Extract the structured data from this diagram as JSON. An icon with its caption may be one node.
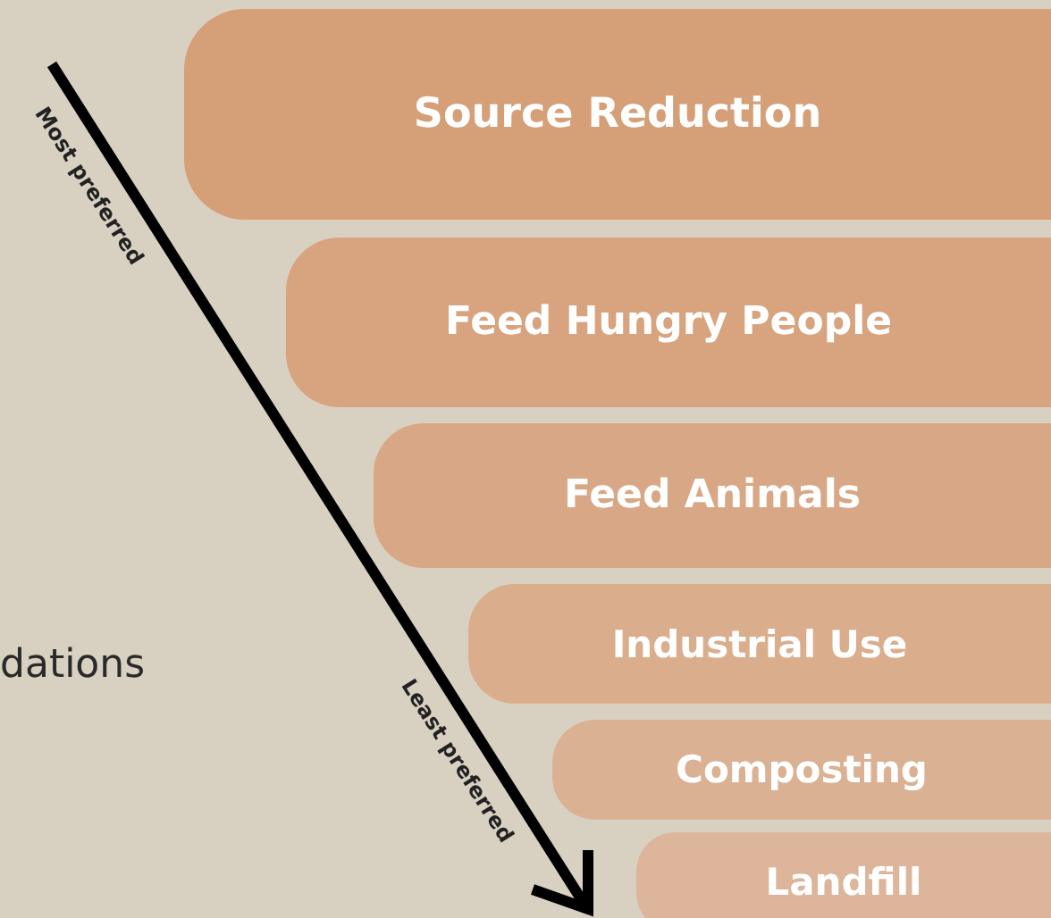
{
  "diagram": {
    "nodes": [
      {
        "text": [
          "Source Reduction"
        ]
      },
      {
        "text": [
          "Feed Hungry People"
        ]
      },
      {
        "text": [
          "Feed Animals"
        ]
      },
      {
        "text": [
          "Industrial Use"
        ]
      },
      {
        "text": [
          "Composting"
        ]
      },
      {
        "text": [
          "Landfill"
        ]
      }
    ],
    "labels": [
      "Most preferred",
      "dations",
      "Least preferred"
    ]
  }
}
